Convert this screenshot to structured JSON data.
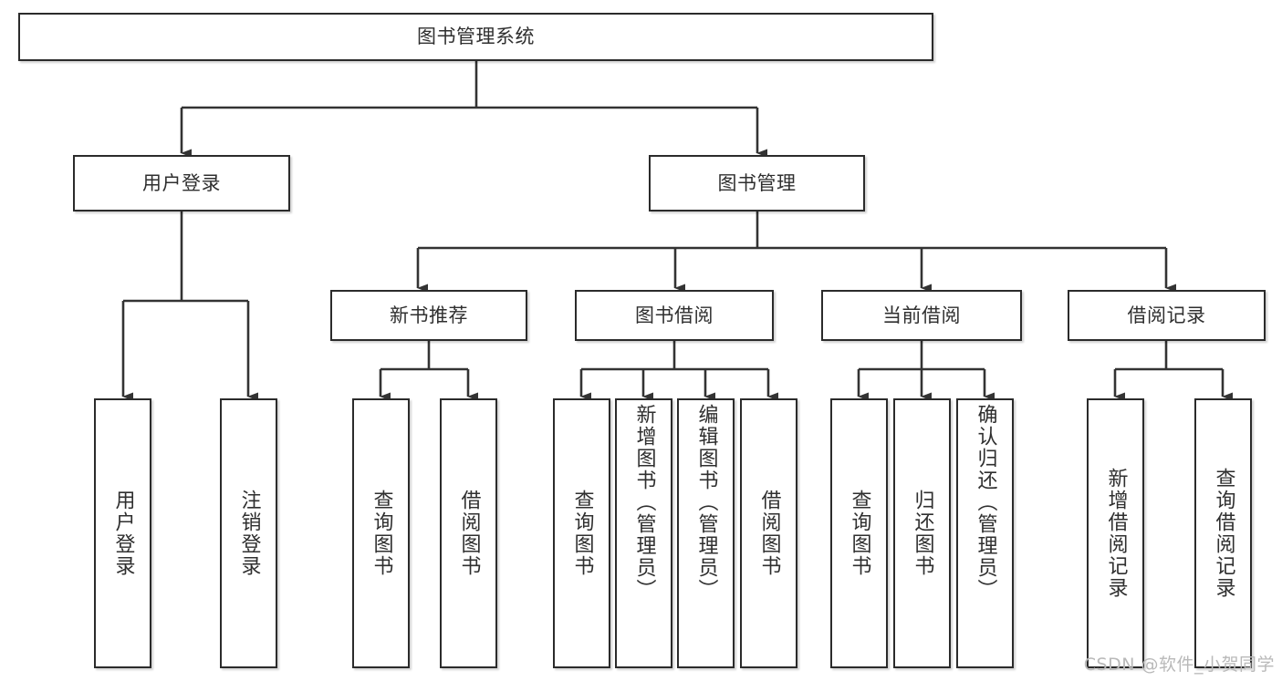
{
  "diagram": {
    "type": "tree-hierarchy-chart",
    "title_text": "图书管理系统",
    "colors": {
      "box_border": "#2b2b2b",
      "box_fill": "#ffffff",
      "connector": "#333333",
      "text": "#2f2f2f",
      "watermark": "#b9b9b9"
    },
    "levels": {
      "root": {
        "label": "图书管理系统"
      },
      "level2": [
        {
          "id": "user-login",
          "label": "用户登录"
        },
        {
          "id": "book-management",
          "label": "图书管理"
        }
      ],
      "level3": [
        {
          "id": "new-book-recommend",
          "label": "新书推荐",
          "parent": "book-management"
        },
        {
          "id": "book-borrow",
          "label": "图书借阅",
          "parent": "book-management"
        },
        {
          "id": "current-borrow",
          "label": "当前借阅",
          "parent": "book-management"
        },
        {
          "id": "borrow-record",
          "label": "借阅记录",
          "parent": "book-management"
        }
      ],
      "leaves": [
        {
          "id": "leaf-user-login",
          "label": "用户登录",
          "parent": "user-login"
        },
        {
          "id": "leaf-logout-login",
          "label": "注销登录",
          "parent": "user-login"
        },
        {
          "id": "leaf-query-book-1",
          "label": "查询图书",
          "parent": "new-book-recommend"
        },
        {
          "id": "leaf-borrow-book-1",
          "label": "借阅图书",
          "parent": "new-book-recommend"
        },
        {
          "id": "leaf-query-book-2",
          "label": "查询图书",
          "parent": "book-borrow"
        },
        {
          "id": "leaf-add-book",
          "label": "新增图书（管理员）",
          "parent": "book-borrow"
        },
        {
          "id": "leaf-edit-book",
          "label": "编辑图书（管理员）",
          "parent": "book-borrow"
        },
        {
          "id": "leaf-borrow-book-2",
          "label": "借阅图书",
          "parent": "book-borrow"
        },
        {
          "id": "leaf-query-book-3",
          "label": "查询图书",
          "parent": "current-borrow"
        },
        {
          "id": "leaf-return-book",
          "label": "归还图书",
          "parent": "current-borrow"
        },
        {
          "id": "leaf-confirm-return",
          "label": "确认归还（管理员）",
          "parent": "current-borrow"
        },
        {
          "id": "leaf-add-record",
          "label": "新增借阅记录",
          "parent": "borrow-record"
        },
        {
          "id": "leaf-query-record",
          "label": "查询借阅记录",
          "parent": "borrow-record"
        }
      ]
    },
    "watermark": "CSDN @软件_小贺同学"
  }
}
